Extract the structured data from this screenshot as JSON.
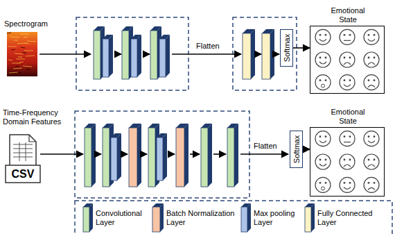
{
  "diagram": {
    "nodes": [
      {
        "text": [
          "Spectrogram"
        ]
      },
      {
        "text": [
          "Softmax"
        ]
      },
      {
        "text": [
          "Emotional State"
        ]
      },
      {
        "text": [
          "Time-Frequency Domain Features",
          "CSV"
        ]
      },
      {
        "text": [
          "Softmax"
        ]
      },
      {
        "text": [
          "Emotional State"
        ]
      }
    ],
    "edges": [
      {
        "from": 1,
        "to": 2,
        "arrow": "to"
      },
      {
        "from": 4,
        "to": 5,
        "arrow": "to"
      }
    ],
    "labels": [
      "Flatten",
      "Flatten"
    ],
    "legend": [
      {
        "text": "Convolutional Layer",
        "color": "#c6e5b3"
      },
      {
        "text": "Batch Normalization Layer",
        "color": "#f7c4a5"
      },
      {
        "text": "Max pooling Layer",
        "color": "#aec3e8"
      },
      {
        "text": "Fully Connected Layer",
        "color": "#fdf2c4"
      }
    ]
  }
}
